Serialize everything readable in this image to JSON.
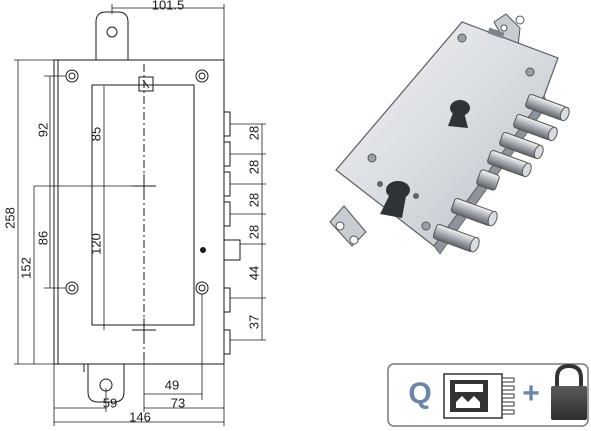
{
  "drawing": {
    "dimensions": {
      "top_width": "101.5",
      "total_height": "258",
      "upper_left": "92",
      "lower_left_outer": "152",
      "lower_left_inner": "86",
      "plate_upper": "85",
      "plate_lower": "120",
      "right_dims": [
        "28",
        "28",
        "28",
        "28",
        "44",
        "37"
      ],
      "bottom_inner": "49",
      "bottom_59": "59",
      "bottom_73": "73",
      "bottom_total": "146"
    }
  },
  "badge": {
    "letter": "Q",
    "plus": "+",
    "colors": {
      "letter": "#6b86a6",
      "plus": "#6b86a6",
      "border": "#7a7a7a",
      "lock_dark": "#444444"
    }
  },
  "colors": {
    "line": "#1a1a1a",
    "background": "#ffffff",
    "metal_light": "#e6e8ec",
    "metal_dark": "#8f949b"
  }
}
